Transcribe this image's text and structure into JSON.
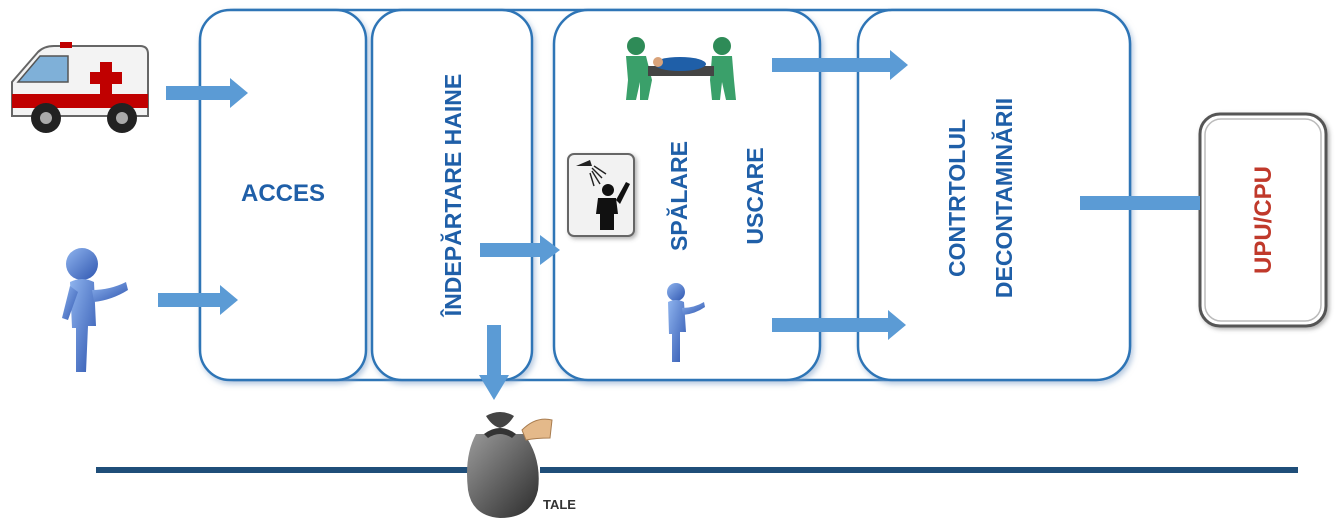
{
  "stages": {
    "acces": "ACCES",
    "indepartare": "ÎNDEPĂRTARE HAINE",
    "spalare": "SPĂLARE",
    "uscare": "USCARE",
    "control_line1": "CONTRTOLUL",
    "control_line2": "DECONTAMINĂRII",
    "upu": "UPU/CPU"
  },
  "waste_label": "TALE",
  "colors": {
    "box_border": "#2e75b6",
    "text_blue": "#1f5fa8",
    "arrow": "#5b9bd5",
    "ground_line": "#1f4e79",
    "upu_text": "#c0392b",
    "person": "#4472c4",
    "ambulance_red": "#c00000",
    "medic_green": "#2e8b57"
  },
  "icons": {
    "ambulance": "ambulance-icon",
    "person_entry": "walking-person-icon",
    "stretcher": "stretcher-carriers-icon",
    "shower": "shower-icon",
    "person_small": "walking-person-icon",
    "waste_bag": "garbage-bag-icon"
  }
}
